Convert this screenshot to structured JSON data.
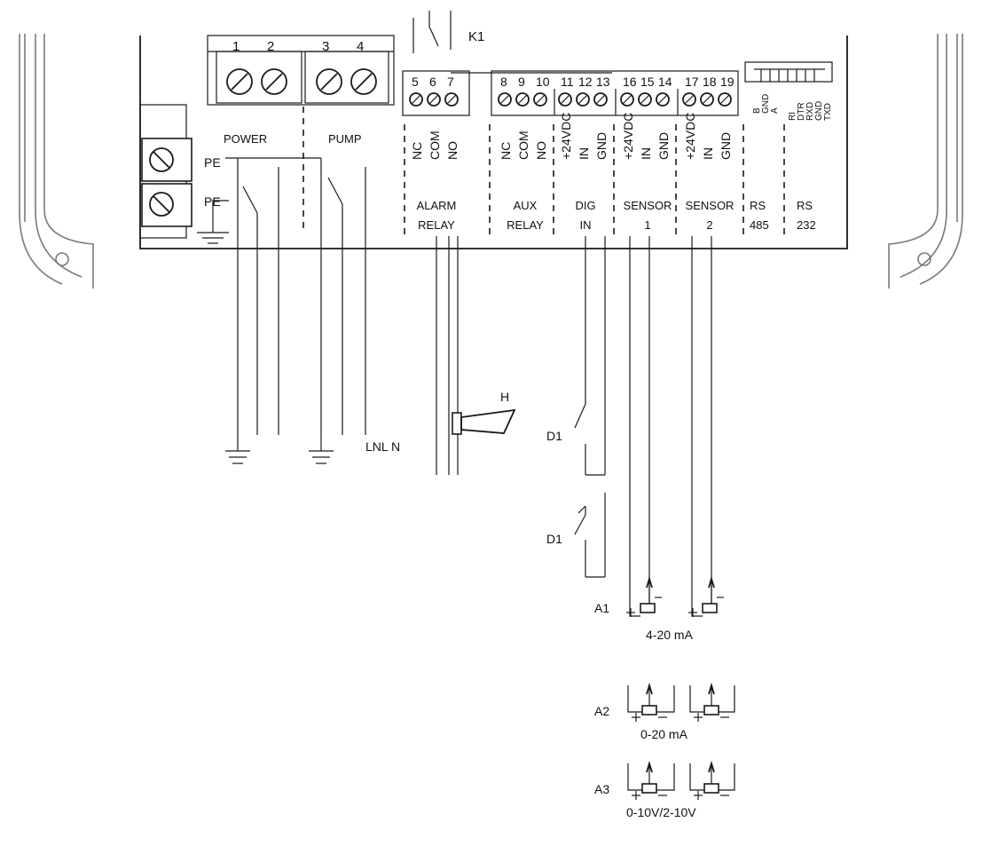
{
  "power_terminals": {
    "numbers": [
      "1",
      "2"
    ],
    "label": "POWER"
  },
  "pump_terminals": {
    "numbers": [
      "3",
      "4"
    ],
    "label": "PUMP"
  },
  "relay_k1": "K1",
  "protective_earth": [
    "PE",
    "PE"
  ],
  "supply_label": "LNL N",
  "terminal_groups": [
    {
      "numbers": [
        "5",
        "6",
        "7"
      ],
      "signals": [
        "NC",
        "COM",
        "NO"
      ],
      "label": [
        "ALARM",
        "RELAY"
      ]
    },
    {
      "numbers": [
        "8",
        "9",
        "10"
      ],
      "signals": [
        "NC",
        "COM",
        "NO"
      ],
      "label": [
        "AUX",
        "RELAY"
      ]
    },
    {
      "numbers": [
        "11",
        "12",
        "13"
      ],
      "signals": [
        "+24VDC",
        "IN",
        "GND"
      ],
      "label": [
        "DIG",
        "IN"
      ]
    },
    {
      "numbers": [
        "16",
        "15",
        "14"
      ],
      "signals": [
        "+24VDC",
        "IN",
        "GND"
      ],
      "label": [
        "SENSOR",
        "1"
      ]
    },
    {
      "numbers": [
        "17",
        "18",
        "19"
      ],
      "signals": [
        "+24VDC",
        "IN",
        "GND"
      ],
      "label": [
        "SENSOR",
        "2"
      ]
    }
  ],
  "rs485": {
    "pins": [
      "B",
      "GND",
      "A"
    ],
    "label": [
      "RS",
      "485"
    ]
  },
  "rs232": {
    "pins": [
      "RI",
      "DTR",
      "RXD",
      "GND",
      "TXD"
    ],
    "label": [
      "RS",
      "232"
    ]
  },
  "horn": "H",
  "digital_inputs": [
    "D1",
    "D1"
  ],
  "sensor_options": [
    {
      "id": "A1",
      "signal": "4-20 mA"
    },
    {
      "id": "A2",
      "signal": "0-20 mA"
    },
    {
      "id": "A3",
      "signal": "0-10V/2-10V"
    }
  ],
  "symbols": {
    "plus": "+",
    "minus": "−"
  }
}
